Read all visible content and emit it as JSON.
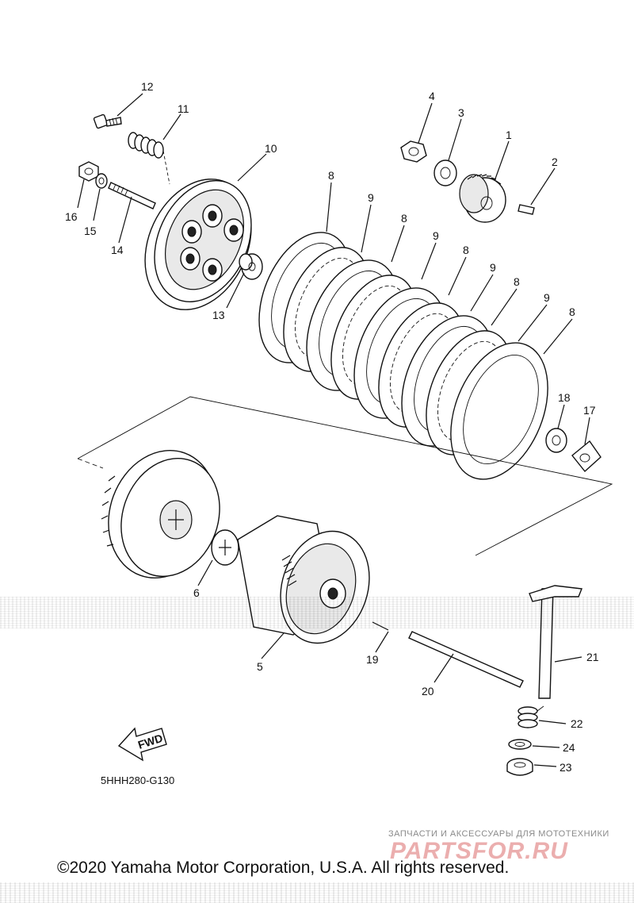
{
  "diagram": {
    "code": "5HHH280-G130",
    "fwd_label": "FWD",
    "callouts": [
      "12",
      "11",
      "10",
      "4",
      "3",
      "1",
      "2",
      "16",
      "15",
      "14",
      "13",
      "8",
      "9",
      "8",
      "9",
      "8",
      "9",
      "8",
      "9",
      "8",
      "18",
      "17",
      "6",
      "5",
      "19",
      "20",
      "21",
      "22",
      "24",
      "23"
    ]
  },
  "footer": {
    "copyright": "©2020 Yamaha Motor Corporation, U.S.A. All rights reserved."
  },
  "watermark": {
    "tagline": "ЗАПЧАСТИ И АКСЕССУАРЫ ДЛЯ МОТОТЕХНИКИ",
    "logo": "PARTSFOR.RU"
  },
  "colors": {
    "ink": "#111111",
    "watermark_logo": "#e8a0a0",
    "watermark_tagline": "#8a8a8a"
  }
}
